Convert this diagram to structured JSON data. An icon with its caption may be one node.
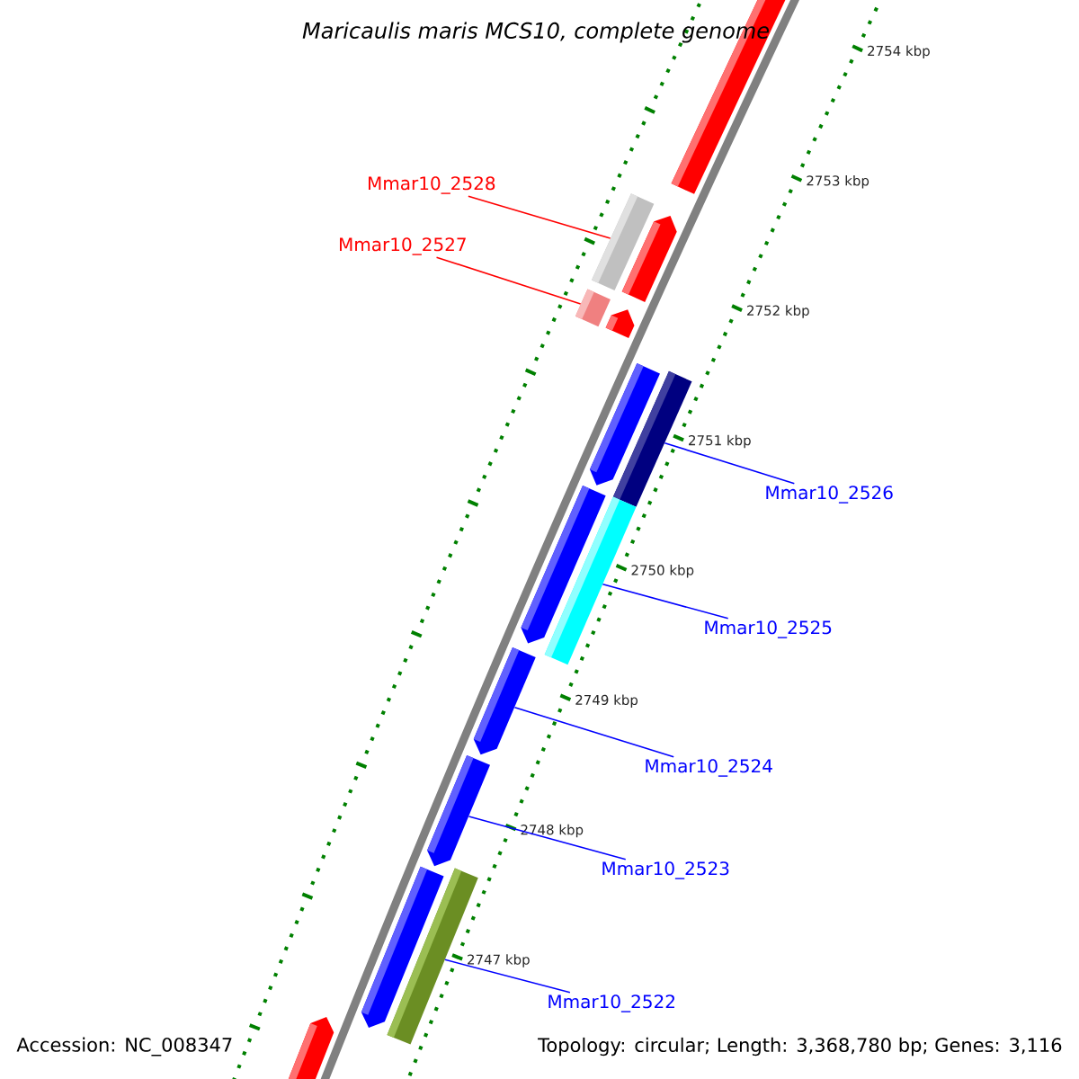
{
  "diagram": {
    "title": "Maricaulis maris MCS10, complete genome",
    "nodes": [
      {
        "text": [
          "Mmar10_2528"
        ]
      },
      {
        "text": [],
        "shape": "bar"
      },
      {
        "text": [],
        "shape": "bar"
      },
      {
        "text": [],
        "shape": "pentagon"
      },
      {
        "text": [
          "Mmar10_2527"
        ]
      },
      {
        "text": [],
        "shape": "bar"
      },
      {
        "text": [],
        "shape": "pentagon"
      },
      {
        "text": [],
        "shape": "pentagon"
      },
      {
        "text": [],
        "shape": "bar"
      },
      {
        "text": [
          "Mmar10_2526"
        ]
      },
      {
        "text": [],
        "shape": "pentagon"
      },
      {
        "text": [],
        "shape": "bar"
      },
      {
        "text": [
          "Mmar10_2525"
        ]
      },
      {
        "text": [],
        "shape": "pentagon"
      },
      {
        "text": [
          "Mmar10_2524"
        ]
      },
      {
        "text": [],
        "shape": "pentagon"
      },
      {
        "text": [
          "Mmar10_2523"
        ]
      },
      {
        "text": [],
        "shape": "pentagon"
      },
      {
        "text": [],
        "shape": "bar"
      },
      {
        "text": [
          "Mmar10_2522"
        ]
      },
      {
        "text": [],
        "shape": "pentagon"
      }
    ],
    "edges": [
      {
        "from": 0,
        "to": 2,
        "arrow": "none",
        "color": "#ff0000"
      },
      {
        "from": 4,
        "to": 5,
        "arrow": "none",
        "color": "#ff0000"
      },
      {
        "from": 9,
        "to": 8,
        "arrow": "none"
      },
      {
        "from": 12,
        "to": 11,
        "arrow": "none"
      },
      {
        "from": 14,
        "to": 13,
        "arrow": "none"
      },
      {
        "from": 16,
        "to": 15,
        "arrow": "none"
      },
      {
        "from": 19,
        "to": 18,
        "arrow": "none"
      }
    ],
    "labels": [
      "2754 kbp",
      "2753 kbp",
      "2752 kbp",
      "2751 kbp",
      "2750 kbp",
      "2749 kbp",
      "2748 kbp",
      "2747 kbp",
      "Accession: NC_008347",
      "Topology: circular; Length: 3,368,780 bp; Genes: 3,116"
    ]
  }
}
